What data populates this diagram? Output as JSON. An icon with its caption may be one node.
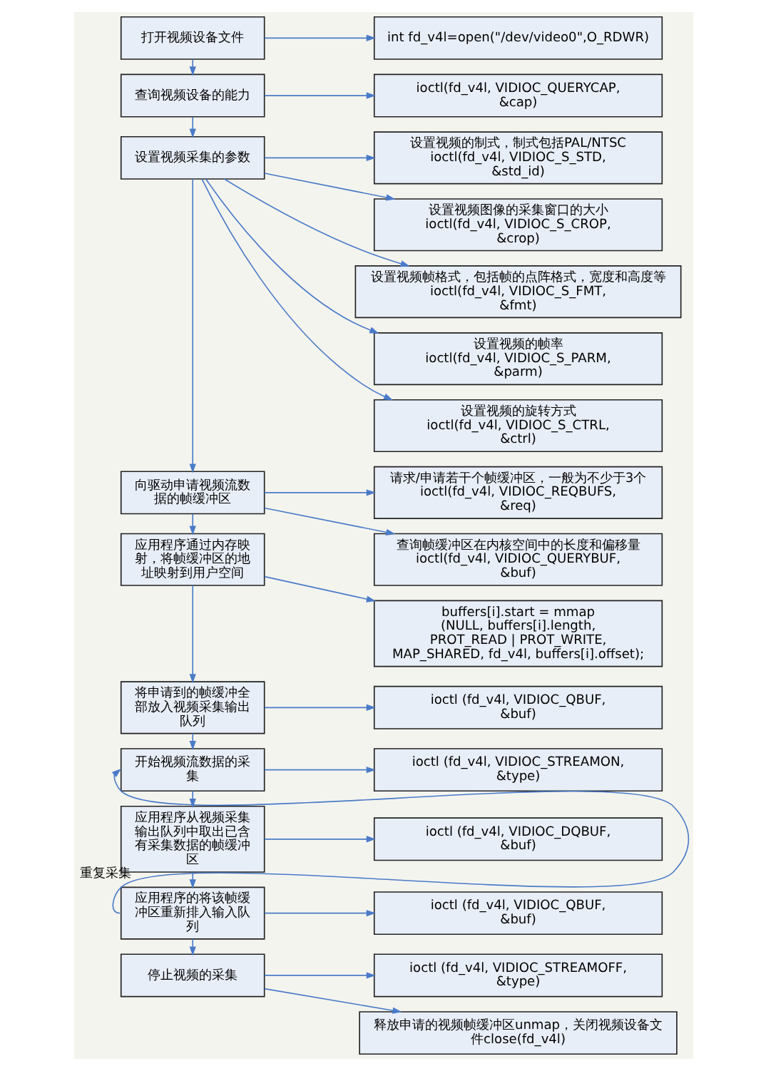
{
  "diagram": {
    "nodes": [
      {
        "text": [
          "打开视频设备文件"
        ]
      },
      {
        "text": [
          "int fd_v4l=open(\"/dev/video0\",O_RDWR)"
        ]
      },
      {
        "text": [
          "查询视频设备的能力"
        ]
      },
      {
        "text": [
          "ioctl(fd_v4l, VIDIOC_QUERYCAP, &cap)"
        ]
      },
      {
        "text": [
          "设置视频采集的参数"
        ]
      },
      {
        "text": [
          "设置视频的制式，制式包括PAL/NTSC",
          "ioctl(fd_v4l, VIDIOC_S_STD, &std_id)"
        ]
      },
      {
        "text": [
          "设置视频图像的采集窗口的大小",
          "ioctl(fd_v4l, VIDIOC_S_CROP, &crop)"
        ]
      },
      {
        "text": [
          "设置视频帧格式，包括帧的点阵格式，宽度和高度等",
          "ioctl(fd_v4l, VIDIOC_S_FMT, &fmt)"
        ]
      },
      {
        "text": [
          "设置视频的帧率",
          "ioctl(fd_v4l, VIDIOC_S_PARM, &parm)"
        ]
      },
      {
        "text": [
          "设置视频的旋转方式",
          "ioctl(fd_v4l, VIDIOC_S_CTRL, &ctrl)"
        ]
      },
      {
        "text": [
          "向驱动申请视频流数据的帧缓冲区"
        ]
      },
      {
        "text": [
          "请求/申请若干个帧缓冲区，一般为不少于3个",
          "ioctl(fd_v4l, VIDIOC_REQBUFS, &req)"
        ]
      },
      {
        "text": [
          "应用程序通过内存映射，将帧缓冲区的地址映射到用户空间"
        ]
      },
      {
        "text": [
          "查询帧缓冲区在内核空间中的长度和偏移量",
          "ioctl(fd_v4l, VIDIOC_QUERYBUF, &buf)"
        ]
      },
      {
        "text": [
          "buffers[i].start = mmap (NULL, buffers[i].length, PROT_READ | PROT_WRITE, MAP_SHARED, fd_v4l, buffers[i].offset);"
        ]
      },
      {
        "text": [
          "将申请到的帧缓冲全部放入视频采集输出队列"
        ]
      },
      {
        "text": [
          "ioctl (fd_v4l, VIDIOC_QBUF, &buf)"
        ]
      },
      {
        "text": [
          "开始视频流数据的采集"
        ]
      },
      {
        "text": [
          "ioctl (fd_v4l, VIDIOC_STREAMON, &type)"
        ]
      },
      {
        "text": [
          "应用程序从视频采集输出队列中取出已含有采集数据的帧缓冲区"
        ]
      },
      {
        "text": [
          "ioctl (fd_v4l, VIDIOC_DQBUF, &buf)"
        ]
      },
      {
        "text": [
          "应用程序的将该帧缓冲区重新排入输入队列"
        ]
      },
      {
        "text": [
          "ioctl (fd_v4l, VIDIOC_QBUF, &buf)"
        ]
      },
      {
        "text": [
          "停止视频的采集"
        ]
      },
      {
        "text": [
          "ioctl (fd_v4l, VIDIOC_STREAMOFF, &type)"
        ]
      },
      {
        "text": [
          "释放申请的视频帧缓冲区unmap，关闭视频设备文件close(fd_v4l)"
        ]
      }
    ],
    "edges": [
      {
        "from": 0,
        "to": 1,
        "arrow": "to"
      },
      {
        "from": 0,
        "to": 2,
        "arrow": "to"
      },
      {
        "from": 2,
        "to": 3,
        "arrow": "to"
      },
      {
        "from": 2,
        "to": 4,
        "arrow": "to"
      },
      {
        "from": 4,
        "to": 5,
        "arrow": "to"
      },
      {
        "from": 4,
        "to": 6,
        "arrow": "to"
      },
      {
        "from": 4,
        "to": 7,
        "arrow": "to"
      },
      {
        "from": 4,
        "to": 8,
        "arrow": "to"
      },
      {
        "from": 4,
        "to": 9,
        "arrow": "to"
      },
      {
        "from": 4,
        "to": 10,
        "arrow": "to"
      },
      {
        "from": 10,
        "to": 11,
        "arrow": "to"
      },
      {
        "from": 10,
        "to": 13,
        "arrow": "to"
      },
      {
        "from": 10,
        "to": 12,
        "arrow": "to"
      },
      {
        "from": 12,
        "to": 14,
        "arrow": "to"
      },
      {
        "from": 12,
        "to": 15,
        "arrow": "to"
      },
      {
        "from": 15,
        "to": 16,
        "arrow": "to"
      },
      {
        "from": 15,
        "to": 17,
        "arrow": "to"
      },
      {
        "from": 17,
        "to": 18,
        "arrow": "to"
      },
      {
        "from": 17,
        "to": 19,
        "arrow": "to"
      },
      {
        "from": 19,
        "to": 20,
        "arrow": "to"
      },
      {
        "from": 19,
        "to": 21,
        "arrow": "to"
      },
      {
        "from": 21,
        "to": 22,
        "arrow": "to"
      },
      {
        "from": 21,
        "to": 17,
        "arrow": "to",
        "label": "重复采集"
      },
      {
        "from": 21,
        "to": 23,
        "arrow": "to"
      },
      {
        "from": 23,
        "to": 24,
        "arrow": "to"
      },
      {
        "from": 23,
        "to": 25,
        "arrow": "to"
      }
    ]
  }
}
